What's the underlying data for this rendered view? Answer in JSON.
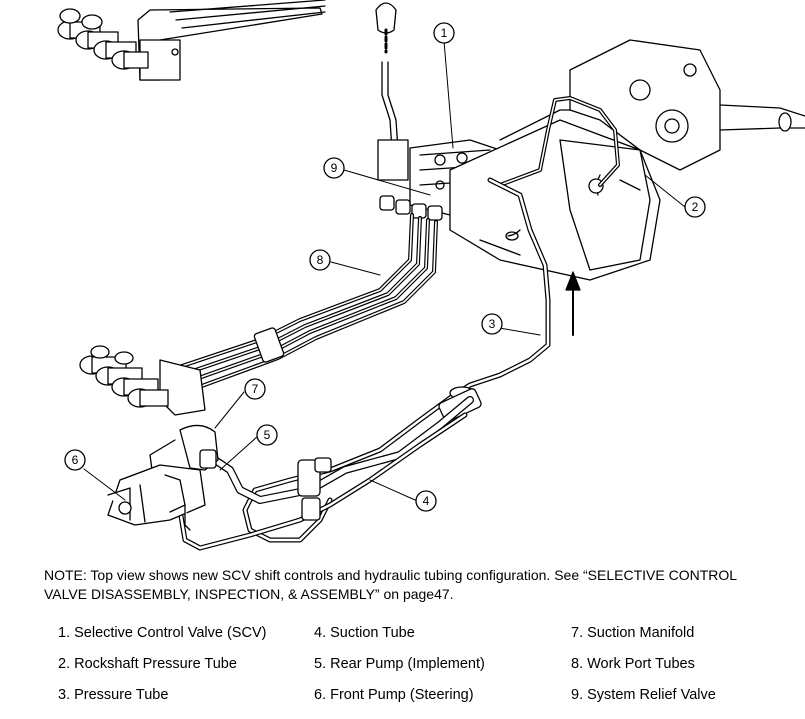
{
  "callouts": [
    "1",
    "2",
    "3",
    "4",
    "5",
    "6",
    "7",
    "8",
    "9"
  ],
  "note": {
    "line1": "NOTE: Top view shows new SCV shift controls and hydraulic tubing configuration. See “SELECTIVE CONTROL",
    "line2": "VALVE DISASSEMBLY, INSPECTION, & ASSEMBLY” on page47."
  },
  "legend": [
    "1. Selective Control Valve (SCV)",
    "2. Rockshaft Pressure Tube",
    "3. Pressure Tube",
    "4. Suction Tube",
    "5. Rear Pump (Implement)",
    "6. Front Pump (Steering)",
    "7. Suction Manifold",
    "8. Work Port Tubes",
    "9. System Relief Valve"
  ]
}
